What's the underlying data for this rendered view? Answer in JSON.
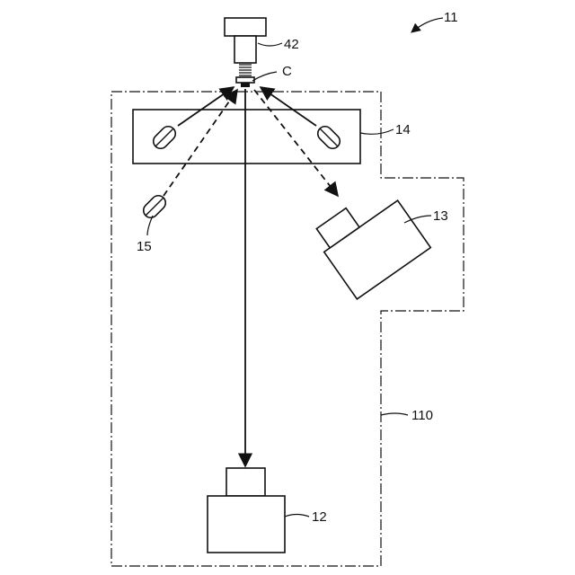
{
  "labels": {
    "system": "11",
    "nozzle": "42",
    "component": "C",
    "lighting_unit": "14",
    "side_camera": "13",
    "side_light": "15",
    "enclosure": "110",
    "bottom_camera": "12"
  },
  "colors": {
    "ink": "#111111",
    "background": "#ffffff"
  }
}
